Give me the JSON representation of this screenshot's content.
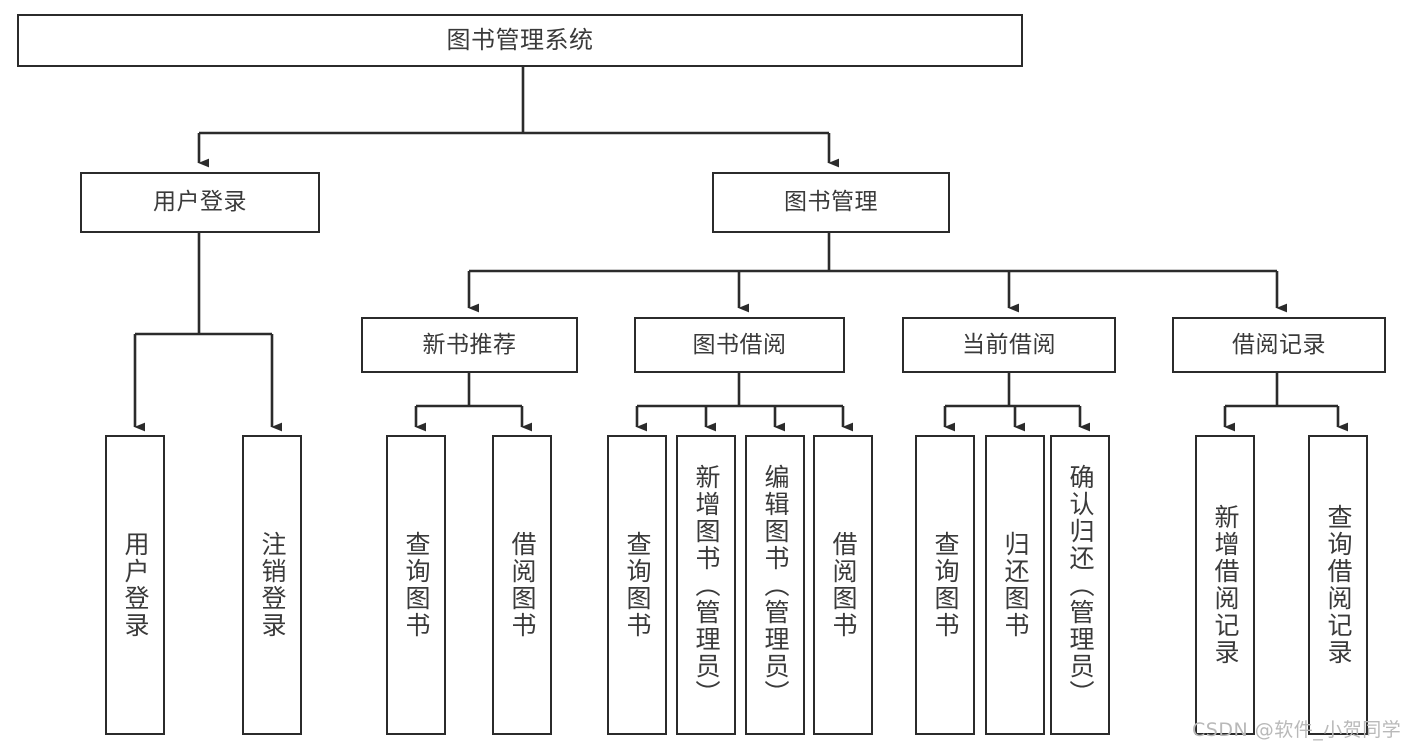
{
  "diagram": {
    "title": "图书管理系统",
    "type": "tree-hierarchy-chart",
    "levels": {
      "root": {
        "label": "图书管理系统"
      },
      "level2": [
        {
          "id": "user-login",
          "label": "用户登录"
        },
        {
          "id": "book-management",
          "label": "图书管理"
        }
      ],
      "level3": [
        {
          "id": "new-book-recommend",
          "label": "新书推荐"
        },
        {
          "id": "book-borrow",
          "label": "图书借阅"
        },
        {
          "id": "current-borrow",
          "label": "当前借阅"
        },
        {
          "id": "borrow-record",
          "label": "借阅记录"
        }
      ],
      "leaves": {
        "user-login": [
          {
            "id": "leaf-user-login",
            "label": "用户登录"
          },
          {
            "id": "leaf-logout-login",
            "label": "注销登录"
          }
        ],
        "new-book-recommend": [
          {
            "id": "leaf-query-book-1",
            "label": "查询图书"
          },
          {
            "id": "leaf-borrow-book-1",
            "label": "借阅图书"
          }
        ],
        "book-borrow": [
          {
            "id": "leaf-query-book-2",
            "label": "查询图书"
          },
          {
            "id": "leaf-add-book",
            "label": "新增图书（管理员）"
          },
          {
            "id": "leaf-edit-book",
            "label": "编辑图书（管理员）"
          },
          {
            "id": "leaf-borrow-book-2",
            "label": "借阅图书"
          }
        ],
        "current-borrow": [
          {
            "id": "leaf-query-book-3",
            "label": "查询图书"
          },
          {
            "id": "leaf-return-book",
            "label": "归还图书"
          },
          {
            "id": "leaf-confirm-return",
            "label": "确认归还（管理员）"
          }
        ],
        "borrow-record": [
          {
            "id": "leaf-add-record",
            "label": "新增借阅记录"
          },
          {
            "id": "leaf-query-record",
            "label": "查询借阅记录"
          }
        ]
      }
    },
    "colors": {
      "stroke": "#2b2b2b",
      "text": "#3a3a3a",
      "background": "#ffffff",
      "watermark": "#b9b9b9"
    }
  },
  "watermark": {
    "text": "CSDN @软件_小贺同学"
  }
}
